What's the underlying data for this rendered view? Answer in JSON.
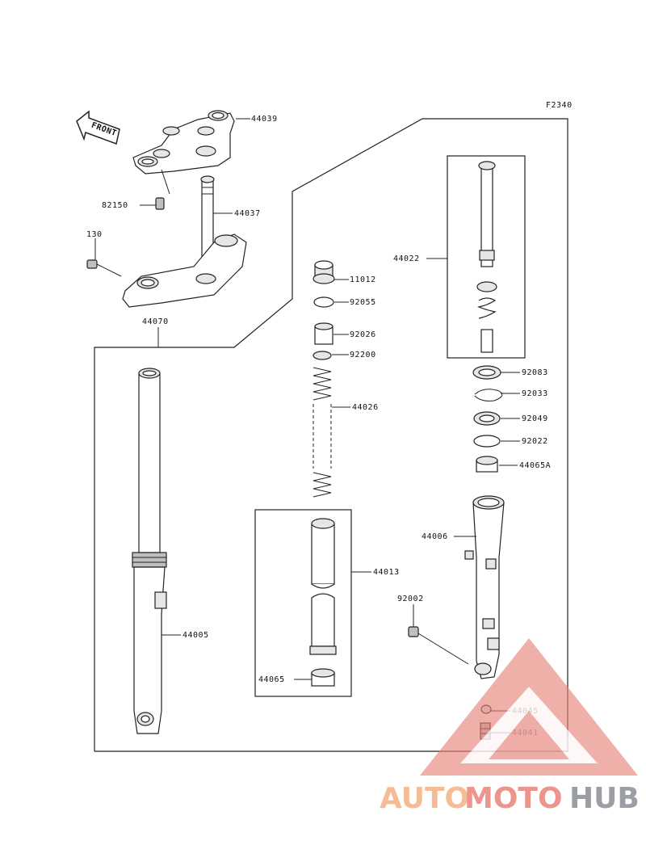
{
  "figure_code": "F2340",
  "front_label": "FRONT",
  "callouts": {
    "p44039": "44039",
    "p82150": "82150",
    "p44037": "44037",
    "p130": "130",
    "p44070": "44070",
    "p44022": "44022",
    "p11012": "11012",
    "p92055": "92055",
    "p92026": "92026",
    "p92200": "92200",
    "p44026": "44026",
    "p92083": "92083",
    "p92033": "92033",
    "p92049": "92049",
    "p92022": "92022",
    "p44065A": "44065A",
    "p44006": "44006",
    "p44013": "44013",
    "p92002": "92002",
    "p44005": "44005",
    "p44065": "44065",
    "p44045": "44045",
    "p44041": "44041"
  },
  "watermark": {
    "part1": "AUTO",
    "part2": "MOTO",
    "part3": "HUB",
    "color_orange": "#f4b183",
    "color_red": "#e8837a",
    "color_grey": "#8a8f96"
  }
}
